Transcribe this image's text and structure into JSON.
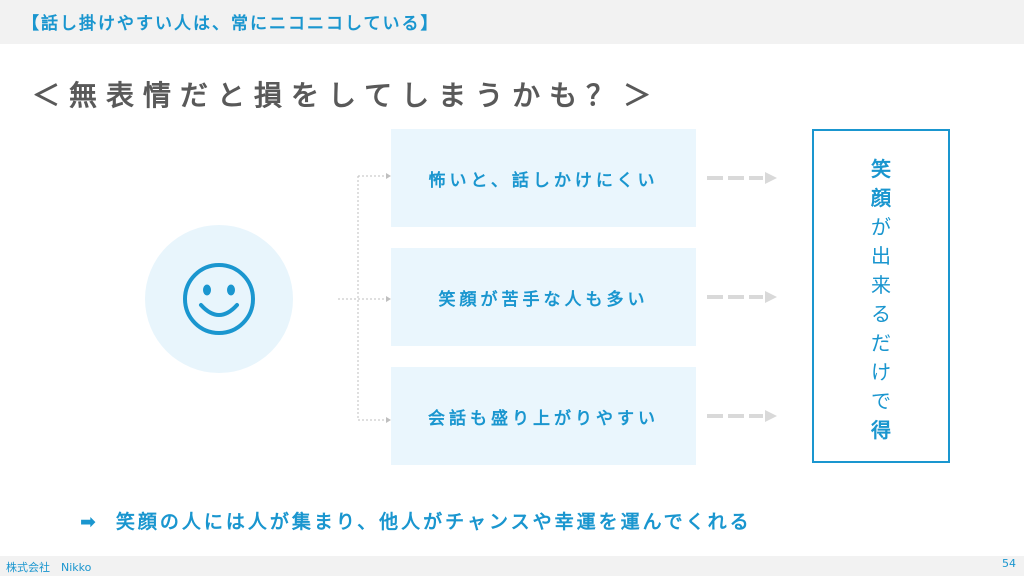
{
  "header": {
    "title": "【話し掛けやすい人は、常にニコニコしている】"
  },
  "headline": "＜無表情だと損をしてしまうかも？＞",
  "face": {
    "icon": "smiley-face-icon",
    "color": "#1a96cf"
  },
  "reasons": [
    "怖いと、話しかけにくい",
    "笑顔が苦手な人も多い",
    "会話も盛り上がりやすい"
  ],
  "result": {
    "chars": [
      "笑",
      "顔",
      "が",
      "出",
      "来",
      "る",
      "だ",
      "け",
      "で",
      "得"
    ],
    "bold_indices": [
      0,
      1,
      9
    ]
  },
  "conclusion": {
    "arrow": "➡",
    "text": "笑顔の人には人が集まり、他人がチャンスや幸運を運んでくれる"
  },
  "footer": {
    "company": "株式会社　Nikko",
    "page": "54"
  },
  "colors": {
    "accent": "#1a96cf",
    "box_bg": "#eaf6fd",
    "headline": "#595959"
  }
}
